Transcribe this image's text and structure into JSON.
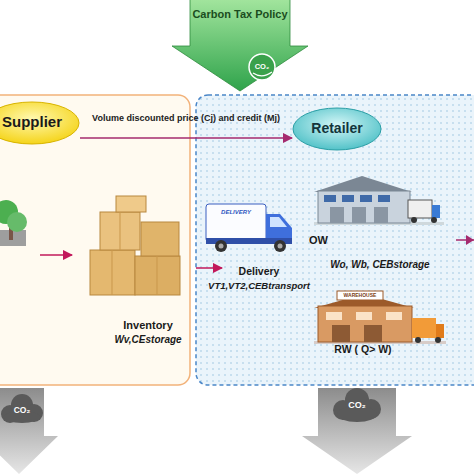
{
  "diagram": {
    "nodes": [
      {
        "text": [
          "Carbon Tax Policy"
        ]
      },
      {
        "text": [
          "Supplier"
        ]
      },
      {
        "text": [
          "Inventory",
          "Wv,CEstorage"
        ]
      },
      {
        "text": [
          "Retailer"
        ]
      },
      {
        "text": [
          "Delivery",
          "VT1,VT2,CEBtransport"
        ]
      },
      {
        "text": [
          "OW",
          "Wo, Wb, CEBstorage"
        ]
      },
      {
        "text": [
          "RW ( Q> W)"
        ]
      }
    ],
    "edges": [
      {
        "from": 1,
        "to": 3,
        "label": "Volume discounted price (Cj) and credit (Mj)",
        "arrow": "to"
      },
      {
        "from": 2,
        "to": 4,
        "arrow": "to"
      }
    ],
    "labels": [
      "CO₂",
      "DELIVERY",
      "WAREHOUSE",
      "CO₂",
      "CO₂"
    ]
  }
}
